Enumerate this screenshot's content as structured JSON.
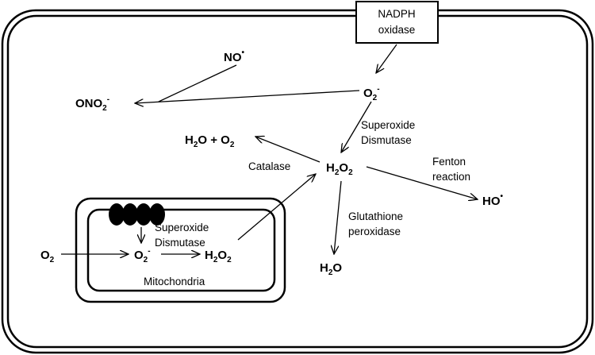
{
  "diagram": {
    "enzymes": {
      "nadph_oxidase_line1": "NADPH",
      "nadph_oxidase_line2": "oxidase",
      "sod_cyto_line1": "Superoxide",
      "sod_cyto_line2": "Dismutase",
      "sod_mito_line1": "Superoxide",
      "sod_mito_line2": "Dismutase",
      "catalase": "Catalase",
      "fenton_line1": "Fenton",
      "fenton_line2": "reaction",
      "gpx_line1": "Glutathione",
      "gpx_line2": "peroxidase"
    },
    "species": {
      "no": {
        "base": "NO",
        "sup": "•"
      },
      "peroxynitrite": {
        "base": "ONO",
        "sub": "2",
        "sup": "-"
      },
      "superoxide_cyto": {
        "base": "O",
        "sub": "2",
        "sup": "-"
      },
      "h2o2_cyto": {
        "h": "H",
        "sub1": "2",
        "o": "O",
        "sub2": "2"
      },
      "water_oxygen": {
        "h": "H",
        "sub1": "2",
        "mid": "O + O",
        "sub2": "2"
      },
      "hydroxyl": {
        "base": "HO",
        "sup": "•"
      },
      "water": {
        "h": "H",
        "sub1": "2",
        "o": "O"
      },
      "o2_mito": {
        "base": "O",
        "sub": "2"
      },
      "superoxide_mito": {
        "base": "O",
        "sub": "2",
        "sup": "-"
      },
      "h2o2_mito": {
        "h": "H",
        "sub1": "2",
        "o": "O",
        "sub2": "2"
      }
    },
    "compartments": {
      "mitochondria": "Mitochondria"
    }
  }
}
